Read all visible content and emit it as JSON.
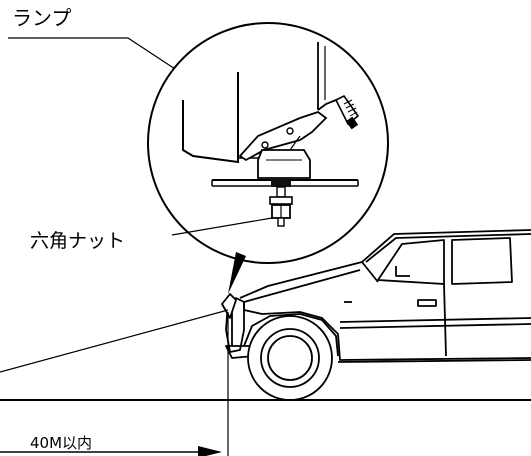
{
  "labels": {
    "lamp": "ランプ",
    "nut": "六角ナット",
    "distance": "40M以内"
  },
  "colors": {
    "line": "#000000",
    "background": "#ffffff"
  }
}
